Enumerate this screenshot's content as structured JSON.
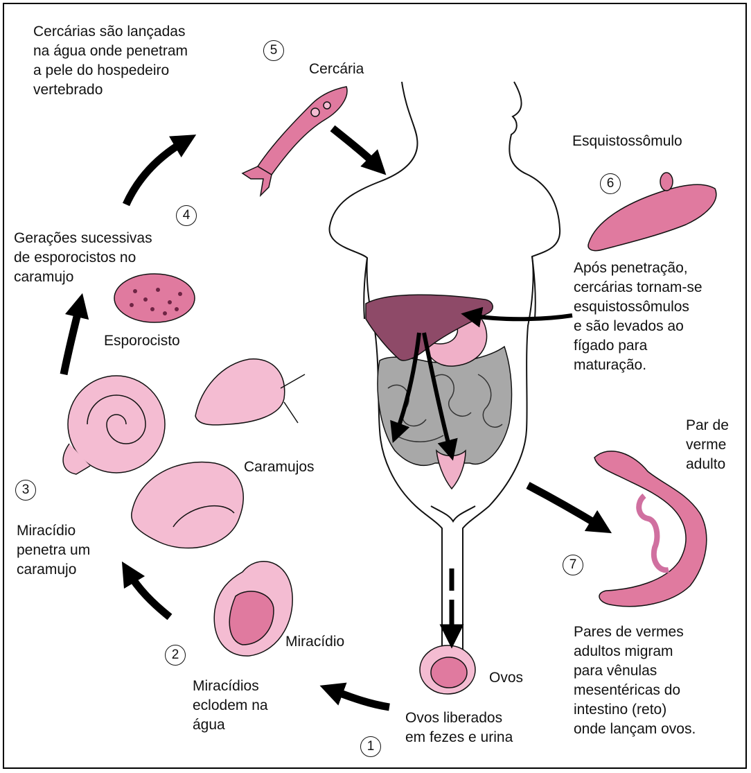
{
  "colors": {
    "organism_fill": "#e07a9f",
    "snail_fill": "#f4bcd2",
    "liver_fill": "#8e4a68",
    "intestine_fill": "#a8a8a8",
    "stomach_fill": "#f0b0c8",
    "arrow": "#000000"
  },
  "labels": {
    "cercaria_step": "Cercárias são lançadas\nna água onde penetram\na pele do hospedeiro\nvertebrado",
    "cercaria": "Cercária",
    "esquistossomulo": "Esquistossômulo",
    "esquistossomulo_step": "Após penetração,\ncercárias tornam-se\nesquistossômulos\ne são levados ao\nfígado para\nmaturação.",
    "esporocisto_step": "Gerações sucessivas\nde esporocistos no\ncaramujo",
    "esporocisto": "Esporocisto",
    "caramujos": "Caramujos",
    "par_verme": "Par de\nverme\nadulto",
    "miracidio_step": "Miracídio\npenetra um\ncaramujo",
    "miracidio": "Miracídio",
    "ovos": "Ovos",
    "miracidios_step": "Miracídios\neclodem na\nágua",
    "ovos_step": "Ovos liberados\nem fezes e urina",
    "vermes_step": "Pares de vermes\nadultos migram\npara vênulas\nmesentéricas do\nintestino (reto)\nonde lançam ovos."
  },
  "steps": {
    "s1": "1",
    "s2": "2",
    "s3": "3",
    "s4": "4",
    "s5": "5",
    "s6": "6",
    "s7": "7"
  }
}
